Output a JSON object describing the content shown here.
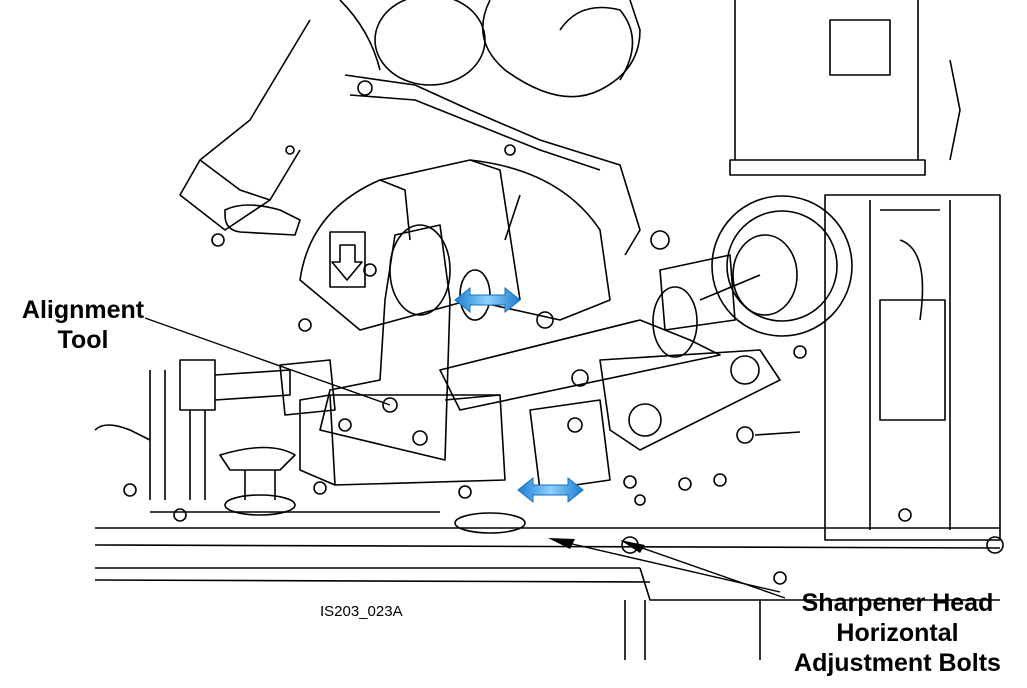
{
  "figure_id": "IS203_023A",
  "callouts": {
    "alignment_tool": [
      "Alignment",
      "Tool"
    ],
    "adjustment_bolts": [
      "Sharpener Head",
      "Horizontal",
      "Adjustment Bolts"
    ]
  },
  "colors": {
    "line": "#000000",
    "background": "#ffffff",
    "arrow": "#2a8fd6"
  }
}
